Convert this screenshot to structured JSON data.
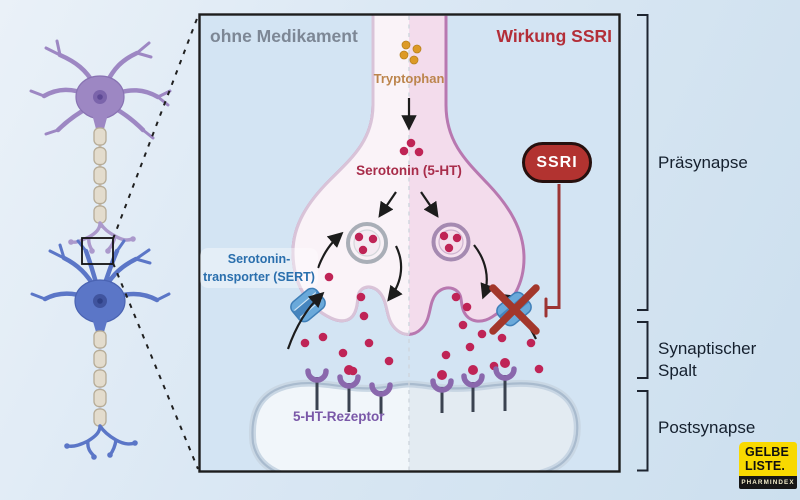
{
  "panel": {
    "left_title": "ohne Medikament",
    "right_title": "Wirkung SSRI"
  },
  "labels": {
    "tryptophan": "Tryptophan",
    "serotonin": "Serotonin (5-HT)",
    "sert_line1": "Serotonin-",
    "sert_line2": "transporter (SERT)",
    "receptor": "5-HT-Rezeptor",
    "ssri": "SSRI"
  },
  "regions": {
    "presynapse": "Präsynapse",
    "cleft": "Synaptischer Spalt",
    "postsynapse": "Postsynapse"
  },
  "logo": {
    "line1": "GELBE",
    "line2": "LISTE.",
    "tagline": "PHARMINDEX"
  },
  "colors": {
    "serotonin": "#bf2456",
    "tryptophan": "#dd9a26",
    "ssri-red": "#b23330",
    "ssri-line": "#9c3433",
    "transporter-blue": "#6aa9da",
    "receptor-purple": "#8a68ad",
    "neuron-purple": "#9d87c3",
    "neuron-blue": "#5b76c7",
    "membrane-pink": "#b878b0",
    "label-gray": "#7d8795",
    "label-red": "#b32e38",
    "label-blue": "#2a6fad",
    "label-purple": "#7a58a8",
    "label-orange": "#bc854d",
    "label-maroon": "#a82c4a",
    "region-text": "#15202e",
    "logo-yellow": "#f8d900"
  }
}
